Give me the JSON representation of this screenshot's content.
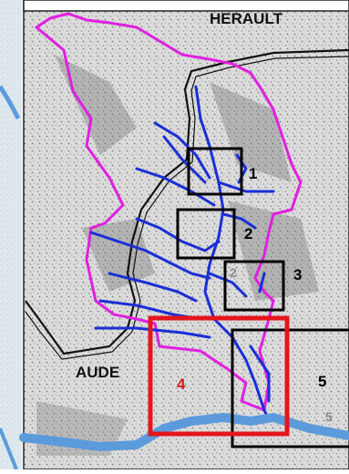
{
  "map": {
    "region_labels": {
      "herault": "HERAULT",
      "aude": "AUDE"
    },
    "zones": [
      {
        "id": "1",
        "label": "1",
        "color": "#000000"
      },
      {
        "id": "2",
        "label": "2",
        "color": "#000000"
      },
      {
        "id": "3",
        "label": "3",
        "color": "#000000"
      },
      {
        "id": "4",
        "label": "4",
        "color": "#d11a1a"
      },
      {
        "id": "5",
        "label": "5",
        "color": "#000000"
      }
    ],
    "colors": {
      "watershed_boundary": "#e020e0",
      "river_network": "#1a2fd6",
      "main_river": "#5b9bdc",
      "road": "#111111",
      "relief_background": "#d9d9d9",
      "side_panel": "#dbe6ea",
      "highlight_box": "#e3161b"
    }
  }
}
